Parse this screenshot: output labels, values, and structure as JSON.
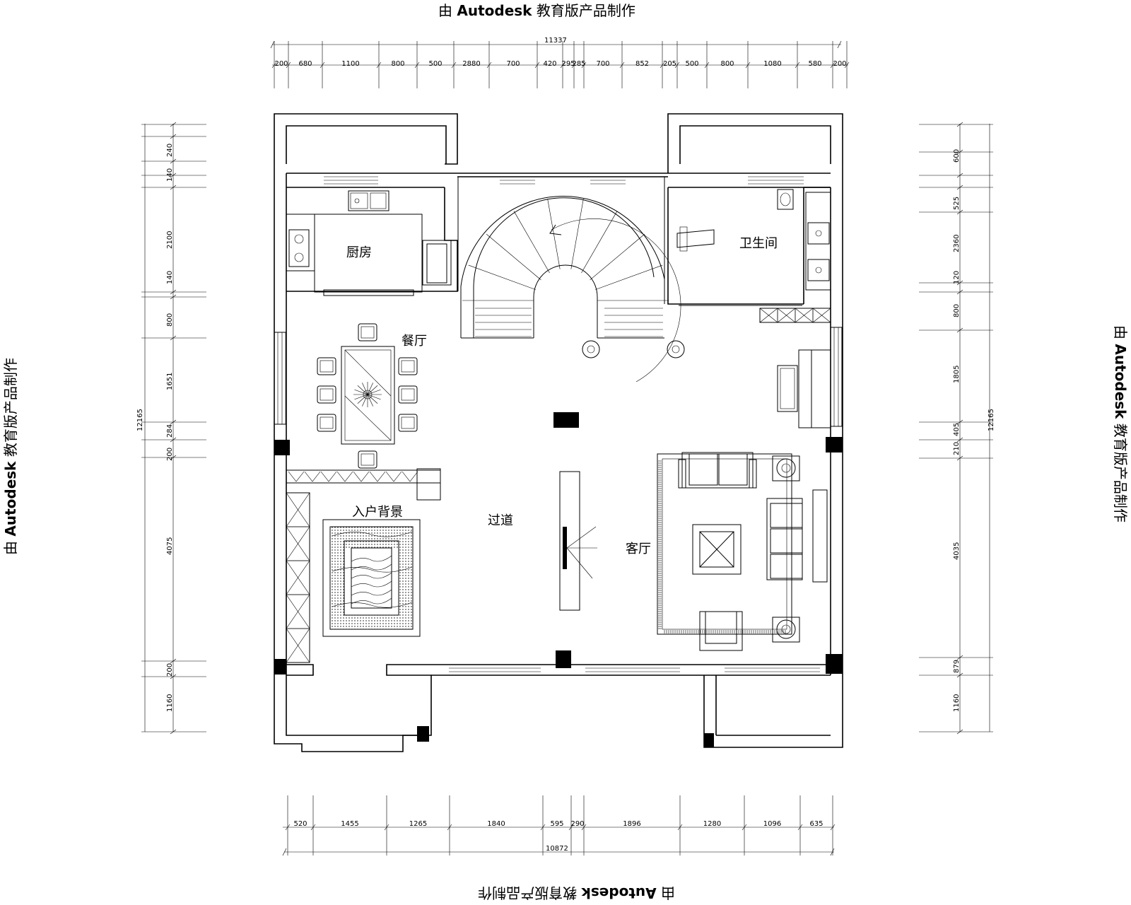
{
  "watermark": {
    "prefix": "由",
    "brand": "Autodesk",
    "suffix": "教育版产品制作"
  },
  "rooms": {
    "kitchen": "厨房",
    "bathroom": "卫生间",
    "dining": "餐厅",
    "corridor": "过道",
    "entry_feature_wall": "入户背景",
    "living": "客厅"
  },
  "dimensions": {
    "top_total": "11337",
    "top_segments": [
      "200",
      "680",
      "1100",
      "800",
      "500",
      "2880",
      "700",
      "420",
      "295",
      "285",
      "700",
      "852",
      "205",
      "500",
      "800",
      "1080",
      "580",
      "200"
    ],
    "bottom_total": "10872",
    "bottom_segments": [
      "520",
      "1455",
      "1265",
      "1840",
      "595",
      "290",
      "1896",
      "1280",
      "1096",
      "635"
    ],
    "left_total": "12165",
    "left_segments": [
      "240",
      "140",
      "2100",
      "140",
      "800",
      "1651",
      "284",
      "200",
      "4075",
      "200",
      "1160"
    ],
    "right_total": "12165",
    "right_segments": [
      "600",
      "525",
      "2360",
      "120",
      "800",
      "1805",
      "405",
      "210",
      "4035",
      "879",
      "1160"
    ]
  }
}
